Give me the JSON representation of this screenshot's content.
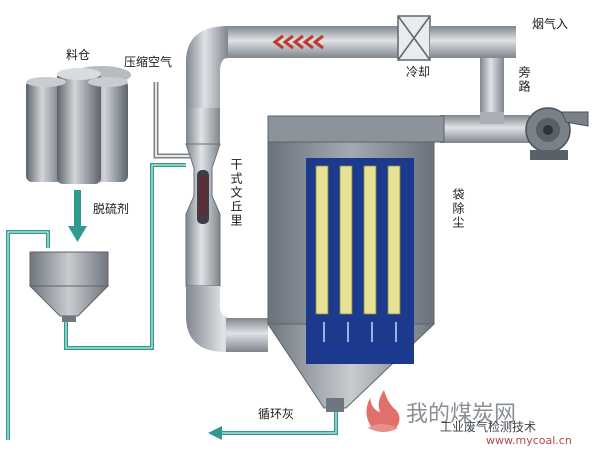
{
  "labels": {
    "silo": "料仓",
    "compressed_air": "压缩空气",
    "flue_gas_in": "烟气入",
    "cooling": "冷却",
    "bypass": "旁路",
    "desulfurizer": "脱硫剂",
    "venturi": "干式文丘里",
    "bag_filter": "袋除尘",
    "recycle_ash": "循环灰"
  },
  "watermark": {
    "title": "我的煤炭网",
    "subtitle": "工业废气检测技术",
    "url": "www.mycoal.cn"
  },
  "colors": {
    "pipe": "#a9aeb4",
    "vessel": "#7f8790",
    "return_line": "#2f9a8f",
    "bag_body": "#1b3a8e",
    "filter_bag": "#e7e294",
    "flow_arrow": "#c0392b"
  },
  "icons": {
    "watermark_logo": "flame-icon"
  }
}
